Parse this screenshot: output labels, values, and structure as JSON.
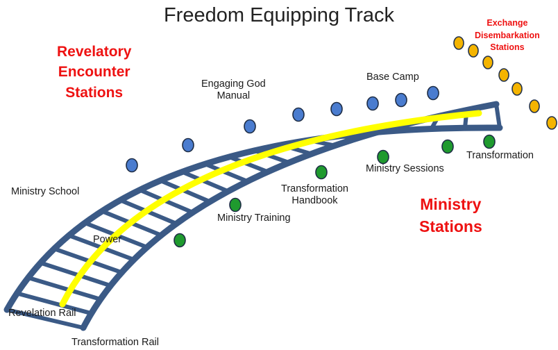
{
  "title": "Freedom Equipping Track",
  "groups": {
    "revelatory": {
      "lines": [
        "Revelatory",
        "Encounter",
        "Stations"
      ]
    },
    "ministry": {
      "lines": [
        "Ministry",
        "Stations"
      ]
    },
    "exchange": {
      "lines": [
        "Exchange",
        "Disembarkation",
        "Stations"
      ]
    }
  },
  "labels": {
    "engaging_god_manual": [
      "Engaging God",
      "Manual"
    ],
    "base_camp": "Base Camp",
    "ministry_school": "Ministry School",
    "power": "Power",
    "revelation_rail": "Revelation Rail",
    "transformation_rail": "Transformation Rail",
    "ministry_training": "Ministry Training",
    "transformation_handbook": [
      "Transformation",
      "Handbook"
    ],
    "ministry_sessions": "Ministry Sessions",
    "transformation": "Transformation"
  },
  "colors": {
    "rail": "#3b5a86",
    "rail_stroke": "#2e4a73",
    "yellow_line": "#ffff00",
    "blue_station": "#4a7ccf",
    "green_station": "#1f9a2e",
    "orange_station": "#f4b400",
    "red_text": "#ee1111"
  }
}
